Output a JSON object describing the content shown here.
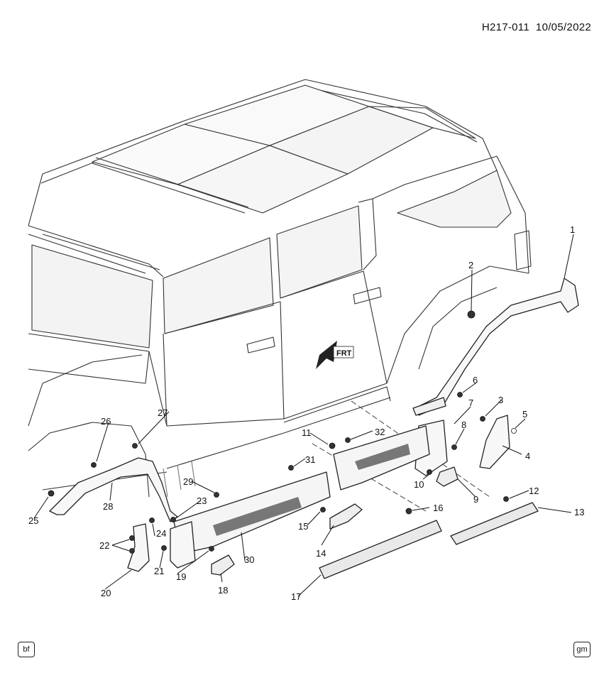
{
  "header": {
    "drawing_code": "H217-011",
    "date": "10/05/2022"
  },
  "direction_label": "FRT",
  "badges": {
    "left": "bf",
    "right": "gm"
  },
  "callouts": [
    "1",
    "2",
    "3",
    "4",
    "5",
    "6",
    "7",
    "8",
    "9",
    "10",
    "11",
    "12",
    "13",
    "14",
    "15",
    "16",
    "17",
    "18",
    "19",
    "20",
    "21",
    "22",
    "23",
    "24",
    "25",
    "26",
    "27",
    "28",
    "29",
    "30",
    "31",
    "32"
  ]
}
